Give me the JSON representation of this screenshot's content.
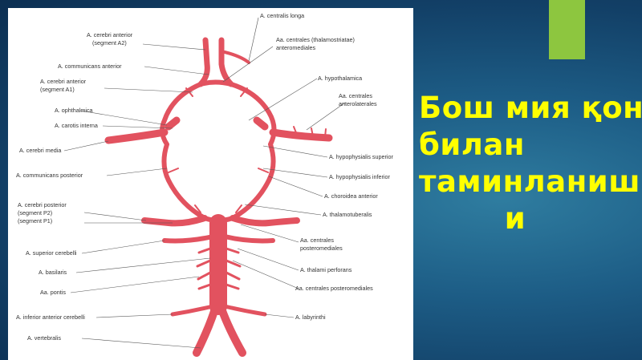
{
  "slide": {
    "title_lines": [
      "Бош мия қон",
      "билан",
      "таминланиш",
      "и"
    ],
    "accent_color": "#8dc63f",
    "title_color": "#ffff00"
  },
  "diagram": {
    "left_labels": [
      "A. cerebri anterior",
      "(segment A2)",
      "A. communicans anterior",
      "A. cerebri anterior",
      "(segment A1)",
      "A. ophthalmica",
      "A. carotis interna",
      "A. cerebri media",
      "A. communicans posterior",
      "A. cerebri posterior",
      "(segment P2)",
      "(segment P1)",
      "A. superior cerebelli",
      "A. basilaris",
      "Aa. pontis",
      "A. inferior anterior cerebelli",
      "A. vertebralis"
    ],
    "right_labels": [
      "A. centralis longa",
      "Aa. centrales (thalamostriatae)",
      "anteromediales",
      "A. hypothalamica",
      "Aa. centrales",
      "anterolaterales",
      "A. hypophysialis superior",
      "A. hypophysialis inferior",
      "A. choroidea anterior",
      "A. thalamotuberalis",
      "Aa. centrales",
      "posteromediales",
      "A. thalami perforans",
      "Aa. centrales posteromediales",
      "A. labyrinthi"
    ]
  }
}
